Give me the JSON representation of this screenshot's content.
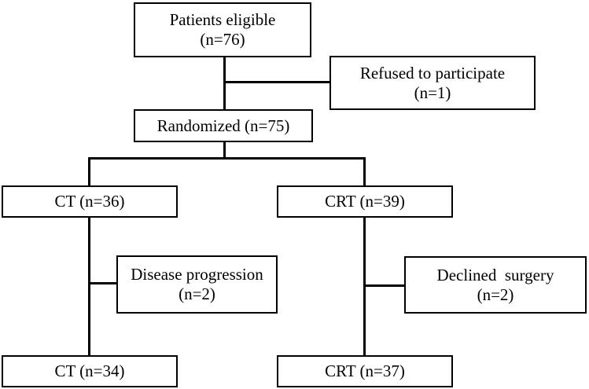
{
  "diagram": {
    "title": "CONSORT participant flow diagram",
    "type": "flowchart",
    "stroke_color": "#000000",
    "background_color": "#ffffff",
    "nodes": [
      {
        "id": "eligible",
        "line1": "Patients eligible",
        "line2": "(n=76)",
        "label": "Patients eligible (n=76)",
        "count": 76
      },
      {
        "id": "refused",
        "line1": "Refused to participate",
        "line2": "(n=1)",
        "label": "Refused to participate (n=1)",
        "count": 1
      },
      {
        "id": "randomized",
        "line1": "Randomized (n=75)",
        "line2": "",
        "label": "Randomized (n=75)",
        "count": 75
      },
      {
        "id": "ct-allocated",
        "line1": "CT (n=36)",
        "line2": "",
        "label": "CT (n=36)",
        "count": 36
      },
      {
        "id": "crt-allocated",
        "line1": "CRT (n=39)",
        "line2": "",
        "label": "CRT (n=39)",
        "count": 39
      },
      {
        "id": "disease-progression",
        "line1": "Disease progression",
        "line2": "(n=2)",
        "label": "Disease progression (n=2)",
        "count": 2
      },
      {
        "id": "declined-surgery",
        "line1": "Declined  surgery",
        "line2": "(n=2)",
        "label": "Declined  surgery (n=2)",
        "count": 2
      },
      {
        "id": "ct-analyzed",
        "line1": "CT (n=34)",
        "line2": "",
        "label": "CT (n=34)",
        "count": 34
      },
      {
        "id": "crt-analyzed",
        "line1": "CRT (n=37)",
        "line2": "",
        "label": "CRT (n=37)",
        "count": 37
      }
    ],
    "edges": [
      {
        "from": "eligible",
        "to": "randomized"
      },
      {
        "from": "eligible",
        "to": "refused"
      },
      {
        "from": "randomized",
        "to": "ct-allocated"
      },
      {
        "from": "randomized",
        "to": "crt-allocated"
      },
      {
        "from": "ct-allocated",
        "to": "ct-analyzed"
      },
      {
        "from": "ct-allocated",
        "to": "disease-progression"
      },
      {
        "from": "crt-allocated",
        "to": "crt-analyzed"
      },
      {
        "from": "crt-allocated",
        "to": "declined-surgery"
      }
    ]
  }
}
